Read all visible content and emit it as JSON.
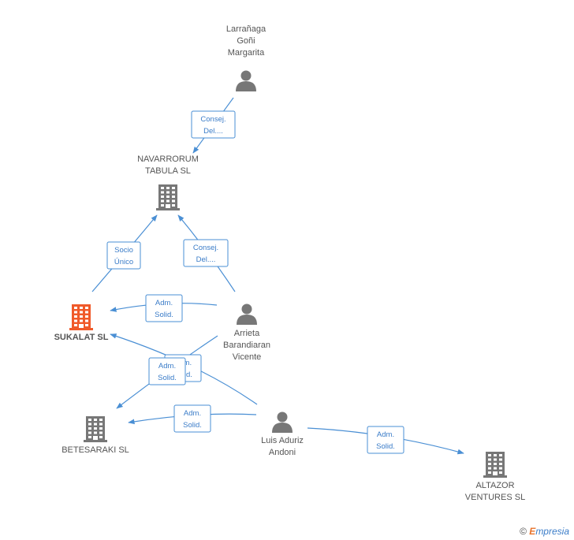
{
  "colors": {
    "person": "#777777",
    "company": "#777777",
    "focus_company": "#f05a2a",
    "edge": "#4a8fd4",
    "edge_text": "#3a7cc8"
  },
  "nodes": [
    {
      "id": "larranaga",
      "type": "person",
      "icon": "person-icon",
      "lines": [
        "Larrañaga",
        "Goñi",
        "Margarita"
      ]
    },
    {
      "id": "navarrorum",
      "type": "company",
      "icon": "building-icon",
      "lines": [
        "NAVARRORUM",
        "TABULA SL"
      ]
    },
    {
      "id": "sukalat",
      "type": "company",
      "focus": true,
      "icon": "building-icon",
      "lines": [
        "SUKALAT SL"
      ]
    },
    {
      "id": "arrieta",
      "type": "person",
      "icon": "person-icon",
      "lines": [
        "Arrieta",
        "Barandiaran",
        "Vicente"
      ]
    },
    {
      "id": "betesaraki",
      "type": "company",
      "icon": "building-icon",
      "lines": [
        "BETESARAKI SL"
      ]
    },
    {
      "id": "luis",
      "type": "person",
      "icon": "person-icon",
      "lines": [
        "Luis Aduriz",
        "Andoni"
      ]
    },
    {
      "id": "altazor",
      "type": "company",
      "icon": "building-icon",
      "lines": [
        "ALTAZOR",
        "VENTURES  SL"
      ]
    }
  ],
  "edges": [
    {
      "id": "e1",
      "from": "larranaga",
      "to": "navarrorum",
      "lines": [
        "Consej.",
        "Del...."
      ]
    },
    {
      "id": "e2",
      "from": "sukalat",
      "to": "navarrorum",
      "lines": [
        "Socio",
        "Único"
      ]
    },
    {
      "id": "e3",
      "from": "arrieta",
      "to": "navarrorum",
      "lines": [
        "Consej.",
        "Del...."
      ]
    },
    {
      "id": "e4",
      "from": "arrieta",
      "to": "sukalat",
      "lines": [
        "Adm.",
        "Solid."
      ]
    },
    {
      "id": "e5",
      "from": "luis",
      "to": "sukalat",
      "lines": [
        "Adm.",
        "Solid."
      ]
    },
    {
      "id": "e6",
      "from": "arrieta",
      "to": "betesaraki",
      "lines": [
        "Adm.",
        "Solid."
      ]
    },
    {
      "id": "e7",
      "from": "luis",
      "to": "betesaraki",
      "lines": [
        "Adm.",
        "Solid."
      ]
    },
    {
      "id": "e8",
      "from": "luis",
      "to": "altazor",
      "lines": [
        "Adm.",
        "Solid."
      ]
    }
  ],
  "brand": {
    "copyright": "©",
    "first": "E",
    "rest": "mpresia"
  }
}
